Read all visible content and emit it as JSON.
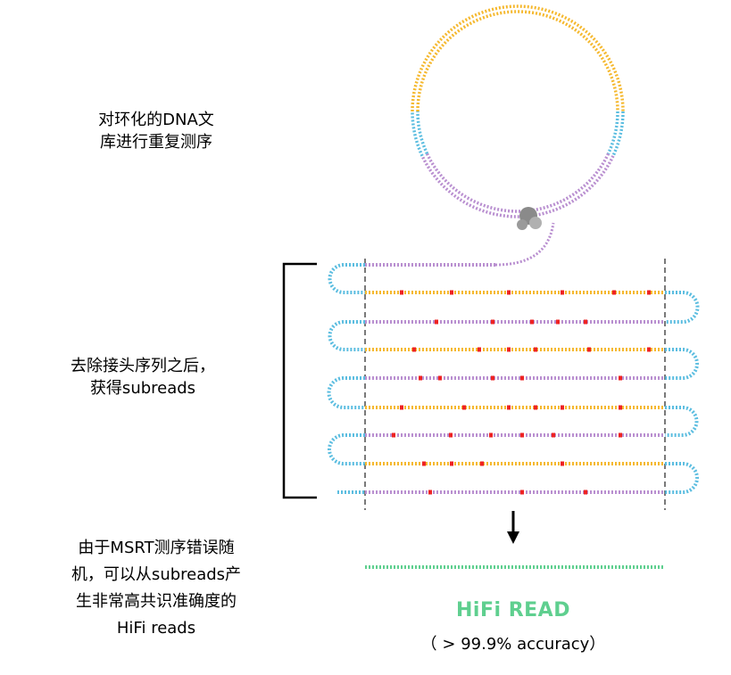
{
  "labels": {
    "step1": [
      "对环化的DNA文",
      "库进行重复测序"
    ],
    "step2": [
      "去除接头序列之后，",
      "获得subreads"
    ],
    "step3": [
      "由于MSRT测序错误随",
      "机，可以从subreads产",
      "生非常高共识准确度的",
      "HiFi reads"
    ]
  },
  "hifi": {
    "title": "HiFi READ",
    "accuracy": "（ > 99.9% accuracy）"
  },
  "colors": {
    "yellow": "#f5b82e",
    "purple": "#b98fd0",
    "blue": "#5bbde0",
    "error": "#ee2222",
    "hifi": "#5fcf8f",
    "polymerase": "#8a8a8a"
  }
}
